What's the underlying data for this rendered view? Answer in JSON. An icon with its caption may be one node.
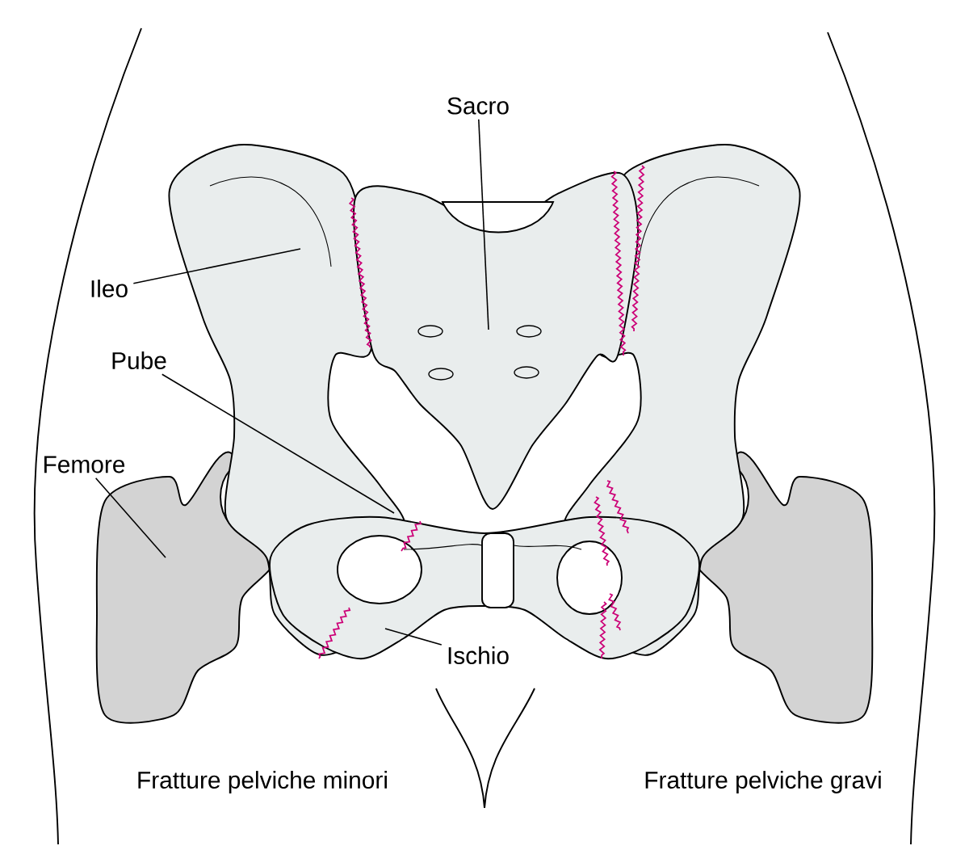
{
  "diagram": {
    "nodes": [
      {
        "text": [
          "Sacro"
        ]
      },
      {
        "text": [
          "Ileo"
        ]
      },
      {
        "text": [
          "Pube"
        ]
      },
      {
        "text": [
          "Femore"
        ]
      },
      {
        "text": [
          "Ischio"
        ]
      }
    ],
    "edges": [
      {
        "from": 0,
        "to": null,
        "arrow": "none"
      },
      {
        "from": 1,
        "to": null,
        "arrow": "none"
      },
      {
        "from": 2,
        "to": null,
        "arrow": "none"
      },
      {
        "from": 3,
        "to": null,
        "arrow": "none"
      },
      {
        "from": 4,
        "to": null,
        "arrow": "none"
      }
    ],
    "labels": [
      "Fratture pelviche minori",
      "Fratture pelviche gravi"
    ]
  }
}
